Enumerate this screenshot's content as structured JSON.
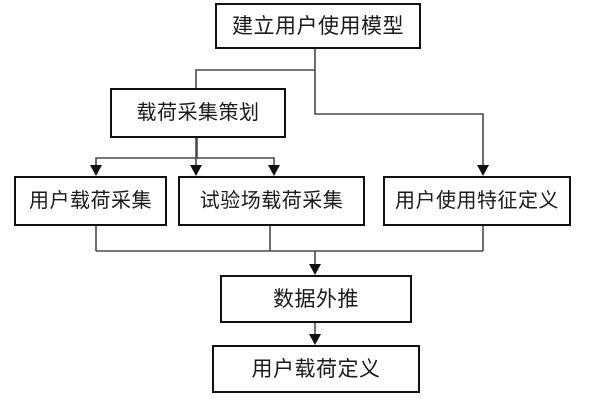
{
  "diagram": {
    "title_text": "建立用户使用模型",
    "nodes": [
      {
        "id": "top",
        "label": "建立用户使用模型"
      },
      {
        "id": "plan",
        "label": "载荷采集策划"
      },
      {
        "id": "user_col",
        "label": "用户载荷采集"
      },
      {
        "id": "prov_col",
        "label": "试验场载荷采集"
      },
      {
        "id": "feature",
        "label": "用户使用特征定义"
      },
      {
        "id": "extrap",
        "label": "数据外推"
      },
      {
        "id": "define",
        "label": "用户载荷定义"
      }
    ],
    "edges": [
      {
        "from": "top",
        "to": "plan",
        "arrow": "down"
      },
      {
        "from": "top",
        "to": "feature",
        "arrow": "down"
      },
      {
        "from": "plan",
        "to": "user_col",
        "arrow": "down"
      },
      {
        "from": "plan",
        "to": "prov_col",
        "arrow": "down"
      },
      {
        "from": "user_col",
        "to": "extrap",
        "arrow": "down"
      },
      {
        "from": "prov_col",
        "to": "extrap",
        "arrow": "down"
      },
      {
        "from": "feature",
        "to": "extrap",
        "arrow": "down"
      },
      {
        "from": "extrap",
        "to": "define",
        "arrow": "down"
      }
    ],
    "colors": {
      "node_border": "#111111",
      "node_fill": "#ffffff",
      "edge_stroke": "#4a4a4a",
      "arrow_fill": "#111111",
      "text": "#1a1a1a",
      "background": "#ffffff"
    }
  }
}
